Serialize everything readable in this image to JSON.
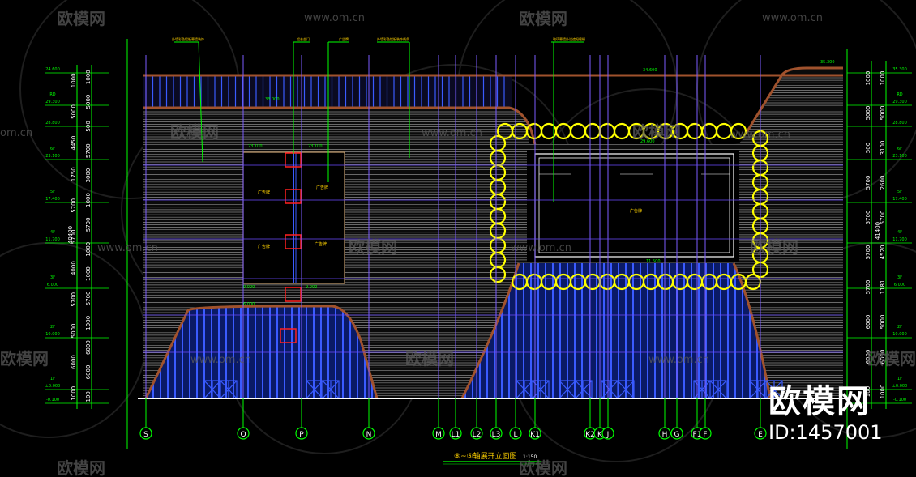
{
  "drawing": {
    "title": "⑧~⑥轴展开立面图",
    "scale": "1:150"
  },
  "watermarks": {
    "cn": "欧模网",
    "url": "www.om.cn",
    "url_short": "om.cn"
  },
  "brand": {
    "name": "欧模网",
    "id": "ID:1457001"
  },
  "axes": [
    "S",
    "Q",
    "P",
    "N",
    "M",
    "L1",
    "L2",
    "L3",
    "L",
    "K1",
    "K2",
    "K",
    "J",
    "H",
    "G",
    "F1",
    "F",
    "E"
  ],
  "level_marks": {
    "left": [
      {
        "floor": "",
        "elev": "24.600"
      },
      {
        "floor": "RD",
        "elev": "29.300"
      },
      {
        "floor": "",
        "elev": "28.800"
      },
      {
        "floor": "6F",
        "elev": "23.100"
      },
      {
        "floor": "5F",
        "elev": "17.400"
      },
      {
        "floor": "4F",
        "elev": "11.700"
      },
      {
        "floor": "3F",
        "elev": "6.000"
      },
      {
        "floor": "2F",
        "elev": "10.000"
      },
      {
        "floor": "1F",
        "elev": "±0.000"
      },
      {
        "floor": "",
        "elev": "-0.100"
      }
    ],
    "right": [
      {
        "floor": "",
        "elev": "35.300"
      },
      {
        "floor": "RD",
        "elev": "29.300"
      },
      {
        "floor": "",
        "elev": "28.800"
      },
      {
        "floor": "6F",
        "elev": "23.100"
      },
      {
        "floor": "5F",
        "elev": "17.400"
      },
      {
        "floor": "4F",
        "elev": "11.700"
      },
      {
        "floor": "3F",
        "elev": "6.000"
      },
      {
        "floor": "2F",
        "elev": "10.000"
      },
      {
        "floor": "1F",
        "elev": "±0.000"
      },
      {
        "floor": "",
        "elev": "-0.100"
      }
    ]
  },
  "dimensions": {
    "left_inner": [
      "1000",
      "5000",
      "500",
      "5700",
      "3000",
      "1000",
      "5700",
      "1000",
      "1000",
      "5700",
      "1000",
      "6000",
      "6000",
      "100"
    ],
    "left_outer": [
      "1000",
      "5000",
      "4450",
      "1750",
      "5700",
      "5700",
      "4000",
      "5700",
      "5000",
      "6000",
      "1000"
    ],
    "left_total": "40400",
    "right_inner": [
      "1000",
      "5000",
      "500",
      "5700",
      "5700",
      "5700",
      "5700",
      "6000",
      "6000",
      "100"
    ],
    "right_outer": [
      "1000",
      "5000",
      "3100",
      "2600",
      "5700",
      "4520",
      "1181",
      "5000",
      "6000",
      "1000"
    ],
    "right_total": "41400"
  },
  "annotations": {
    "roof_elev_left": "24.600",
    "roof_elev_right": "35.300",
    "roof_elev_mid": "34.600",
    "eave_elev": "33.000",
    "box_top_left": "23.100",
    "box_top_right": "23.100",
    "box_bottom_left": "9.000",
    "box_bottom_right": "9.000",
    "level_6000": "6.000",
    "win_bottom": "11.500",
    "win_top": "29.600",
    "label_box_1": "广告牌",
    "label_box_2": "广告牌",
    "label_box_3": "广告牌",
    "label_window": "广告牌",
    "leader_1": "外墙彩色铝板幕墙装饰",
    "leader_2": "铝合金门",
    "leader_3": "广告牌",
    "leader_4": "外墙彩色铝板装饰线条",
    "leader_5": "玻璃幕墙外设遮阳格栅"
  },
  "colors": {
    "background": "#000000",
    "facade_grey": "#7f7f7f",
    "blue_grid": "#3a5bff",
    "purple_axis": "#7b5cff",
    "green": "#00ff00",
    "brown": "#8b4513",
    "yellow_cloud": "#ffff00",
    "red_box": "#ff0000",
    "white": "#ffffff"
  }
}
